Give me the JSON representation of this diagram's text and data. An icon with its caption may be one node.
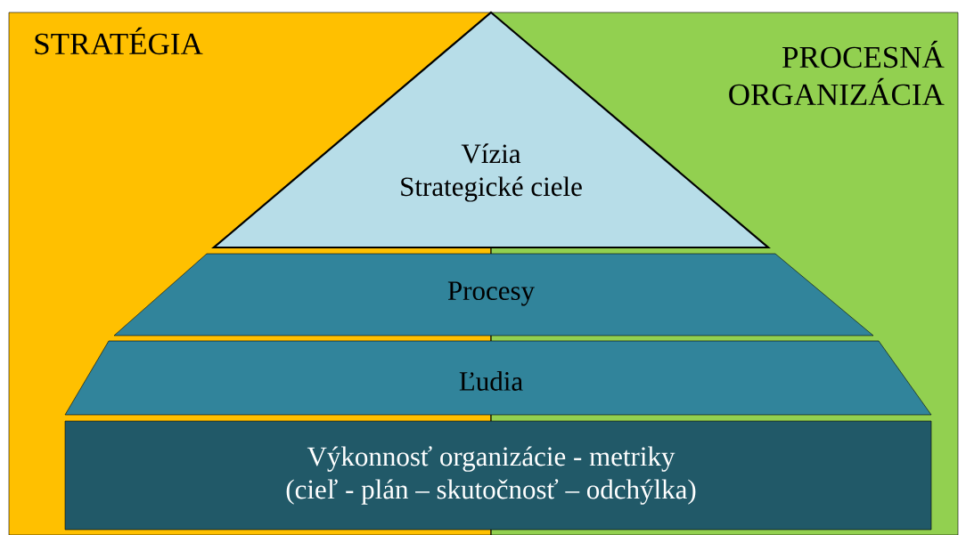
{
  "diagram": {
    "nodes": [
      {
        "text": [
          "STRATÉGIA"
        ]
      },
      {
        "text": [
          "PROCESNÁ ORGANIZÁCIA"
        ]
      },
      {
        "text": [
          "Vízia",
          "Strategické ciele"
        ]
      },
      {
        "text": [
          "Procesy"
        ]
      },
      {
        "text": [
          "Ľudia"
        ]
      },
      {
        "text": [
          "Výkonnosť organizácie - metriky",
          "(cieľ - plán – skutočnosť – odchýlka)"
        ]
      }
    ]
  }
}
